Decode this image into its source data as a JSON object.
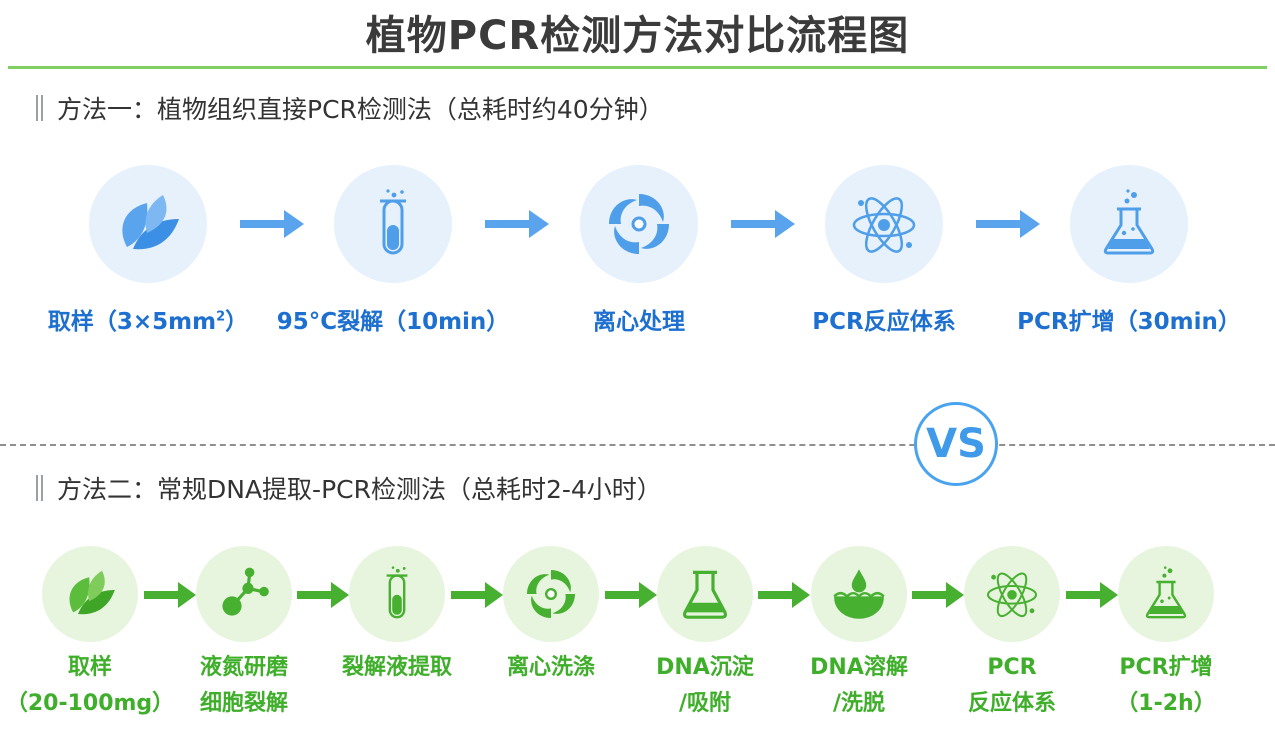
{
  "title": "植物PCR检测方法对比流程图",
  "method1": {
    "heading": "方法一：植物组织直接PCR检测法（总耗时约40分钟）",
    "steps": [
      {
        "label": "取样（3×5mm",
        "sup": "2",
        "suffix": "）",
        "icon": "leaf-icon"
      },
      {
        "label": "95°C裂解（10min）",
        "icon": "test-tube-icon"
      },
      {
        "label": "离心处理",
        "icon": "centrifuge-icon"
      },
      {
        "label": "PCR反应体系",
        "icon": "atom-icon"
      },
      {
        "label": "PCR扩增（30min）",
        "icon": "flask-icon"
      }
    ]
  },
  "vs_label": "VS",
  "method2": {
    "heading": "方法二：常规DNA提取-PCR检测法（总耗时2-4小时）",
    "steps": [
      {
        "line1": "取样",
        "line2": "（20-100mg）",
        "icon": "leaf-icon"
      },
      {
        "line1": "液氮研磨",
        "line2": "细胞裂解",
        "icon": "molecule-icon"
      },
      {
        "line1": "裂解液提取",
        "line2": "",
        "icon": "test-tube-icon"
      },
      {
        "line1": "离心洗涤",
        "line2": "",
        "icon": "centrifuge-icon"
      },
      {
        "line1": "DNA沉淀",
        "line2": "/吸附",
        "icon": "beaker-icon"
      },
      {
        "line1": "DNA溶解",
        "line2": "/洗脱",
        "icon": "dissolve-icon"
      },
      {
        "line1": "PCR",
        "line2": "反应体系",
        "icon": "atom-icon"
      },
      {
        "line1": "PCR扩增",
        "line2": "（1-2h）",
        "icon": "flask-icon"
      }
    ]
  },
  "colors": {
    "blue": "#4f9ee9",
    "blue_label": "#1d6fd0",
    "green": "#48b030",
    "green_label": "#3fae2a",
    "rule": "#7fcf62"
  }
}
